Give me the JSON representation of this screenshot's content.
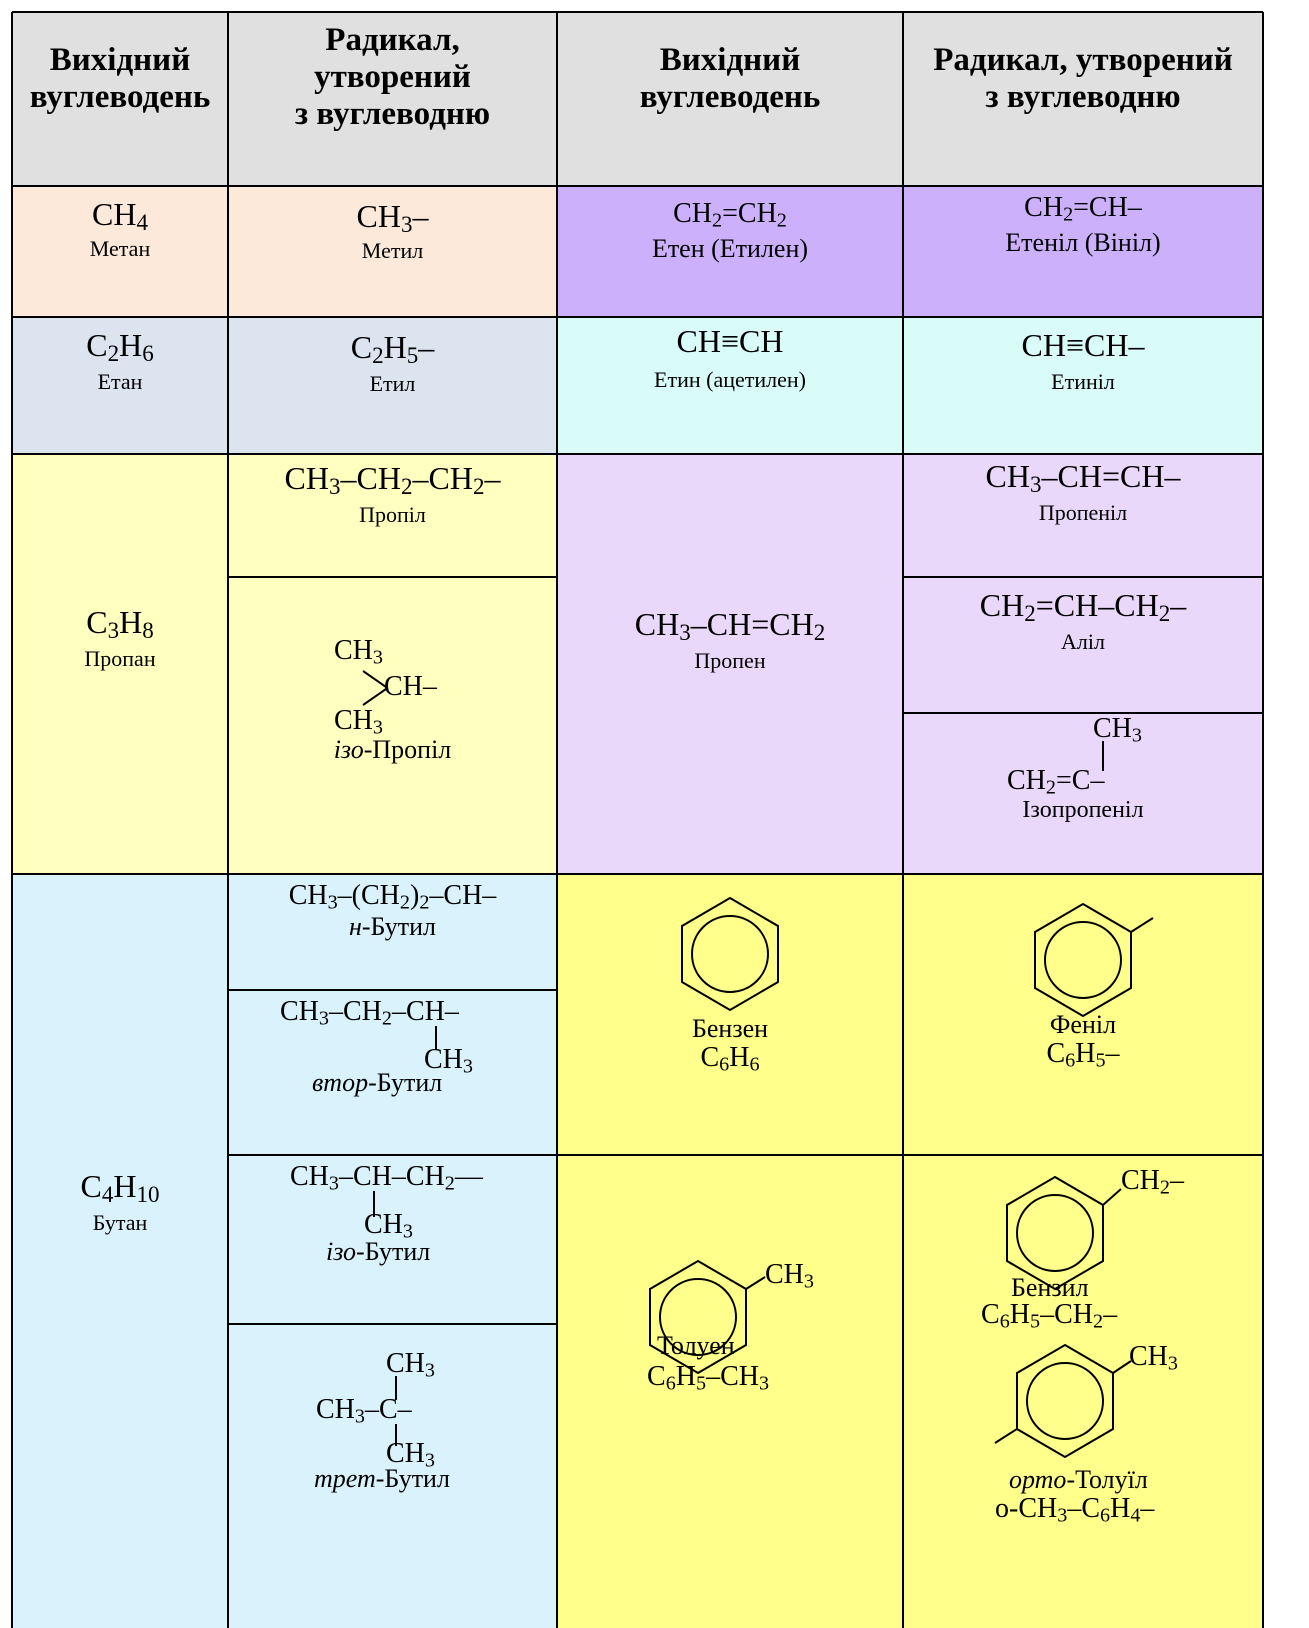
{
  "header": {
    "col1_line1": "Вихідний",
    "col1_line2": "вуглеводень",
    "col2_line1": "Радикал,",
    "col2_line2": "утворений",
    "col2_line3": "з вуглеводню",
    "col3_line1": "Вихідний",
    "col3_line2": "вуглеводень",
    "col4_line1": "Радикал, утворений",
    "col4_line2": "з вуглеводню"
  },
  "rows": {
    "methane": {
      "name": "Метан",
      "radical_name": "Метил"
    },
    "ethene": {
      "name": "Етен (Етилен)",
      "radical_name": "Етеніл (Вініл)"
    },
    "ethane": {
      "name": "Етан",
      "radical_name": "Етил"
    },
    "ethyne": {
      "formula": "CH≡CH",
      "name": "Етин (ацетилен)",
      "radical_formula": "CH≡CH–",
      "radical_name": "Етиніл"
    },
    "propane": {
      "name": "Пропан",
      "propyl": "Пропіл",
      "isopropyl_prefix": "ізо",
      "isopropyl_rest": "-Пропіл"
    },
    "propene": {
      "name": "Пропен",
      "propenyl": "Пропеніл",
      "allyl": "Аліл",
      "isopropenyl": "Ізопропеніл"
    },
    "butane": {
      "name": "Бутан",
      "n_prefix": "н",
      "n_rest": "-Бутил",
      "sec_prefix": "втор",
      "sec_rest": "-Бутил",
      "iso_prefix": "ізо",
      "iso_rest": "-Бутил",
      "tert_prefix": "трет",
      "tert_rest": "-Бутил"
    },
    "benzene": {
      "name": "Бензен",
      "radical_name": "Феніл"
    },
    "toluene": {
      "name": "Толуен",
      "benzyl": "Бензил",
      "tolyl_prefix": "орто",
      "tolyl_rest": "-Толуїл",
      "tolyl_formula_prefix": "o-CH"
    }
  },
  "colors": {
    "header": "#e0e0e0",
    "methane_row": "#fde9d9",
    "ethane_row": "#dce4f0",
    "ethene_row": "#ccb0fc",
    "ethyne_row": "#d9fcf9",
    "propane": "#ffffc0",
    "propene": "#ead8fa",
    "butane": "#daf2fc",
    "aromatic": "#ffff8c"
  }
}
